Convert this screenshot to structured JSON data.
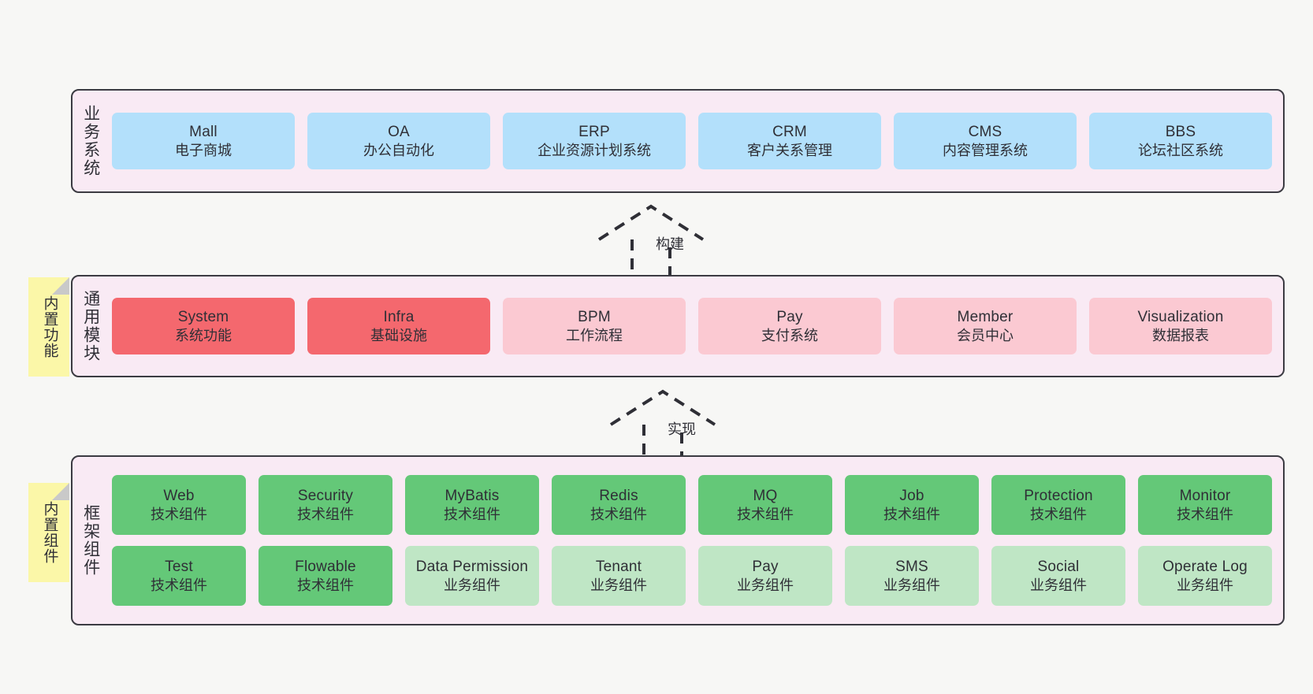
{
  "layers": [
    {
      "id": "business",
      "title": "业务系统",
      "rows": [
        {
          "cards": [
            {
              "name": "Mall",
              "sub": "电子商城",
              "style": "c-blue"
            },
            {
              "name": "OA",
              "sub": "办公自动化",
              "style": "c-blue"
            },
            {
              "name": "ERP",
              "sub": "企业资源计划系统",
              "style": "c-blue"
            },
            {
              "name": "CRM",
              "sub": "客户关系管理",
              "style": "c-blue"
            },
            {
              "name": "CMS",
              "sub": "内容管理系统",
              "style": "c-blue"
            },
            {
              "name": "BBS",
              "sub": "论坛社区系统",
              "style": "c-blue"
            }
          ]
        }
      ]
    },
    {
      "id": "common",
      "title": "通用模块",
      "rows": [
        {
          "cards": [
            {
              "name": "System",
              "sub": "系统功能",
              "style": "c-red"
            },
            {
              "name": "Infra",
              "sub": "基础设施",
              "style": "c-red"
            },
            {
              "name": "BPM",
              "sub": "工作流程",
              "style": "c-pink"
            },
            {
              "name": "Pay",
              "sub": "支付系统",
              "style": "c-pink"
            },
            {
              "name": "Member",
              "sub": "会员中心",
              "style": "c-pink"
            },
            {
              "name": "Visualization",
              "sub": "数据报表",
              "style": "c-pink"
            }
          ]
        }
      ]
    },
    {
      "id": "framework",
      "title": "框架组件",
      "rows": [
        {
          "cards": [
            {
              "name": "Web",
              "sub": "技术组件",
              "style": "c-green"
            },
            {
              "name": "Security",
              "sub": "技术组件",
              "style": "c-green"
            },
            {
              "name": "MyBatis",
              "sub": "技术组件",
              "style": "c-green"
            },
            {
              "name": "Redis",
              "sub": "技术组件",
              "style": "c-green"
            },
            {
              "name": "MQ",
              "sub": "技术组件",
              "style": "c-green"
            },
            {
              "name": "Job",
              "sub": "技术组件",
              "style": "c-green"
            },
            {
              "name": "Protection",
              "sub": "技术组件",
              "style": "c-green"
            },
            {
              "name": "Monitor",
              "sub": "技术组件",
              "style": "c-green"
            }
          ]
        },
        {
          "cards": [
            {
              "name": "Test",
              "sub": "技术组件",
              "style": "c-green"
            },
            {
              "name": "Flowable",
              "sub": "技术组件",
              "style": "c-green"
            },
            {
              "name": "Data Permission",
              "sub": "业务组件",
              "style": "c-lightgreen"
            },
            {
              "name": "Tenant",
              "sub": "业务组件",
              "style": "c-lightgreen"
            },
            {
              "name": "Pay",
              "sub": "业务组件",
              "style": "c-lightgreen"
            },
            {
              "name": "SMS",
              "sub": "业务组件",
              "style": "c-lightgreen"
            },
            {
              "name": "Social",
              "sub": "业务组件",
              "style": "c-lightgreen"
            },
            {
              "name": "Operate Log",
              "sub": "业务组件",
              "style": "c-lightgreen"
            }
          ]
        }
      ]
    }
  ],
  "notes": [
    {
      "id": "note-common",
      "text": "内置功能"
    },
    {
      "id": "note-framework",
      "text": "内置组件"
    }
  ],
  "connectors": [
    {
      "id": "connector-build",
      "label": "构建"
    },
    {
      "id": "connector-implement",
      "label": "实现"
    }
  ],
  "colors": {
    "panel_background": "#f9eaf4",
    "panel_border": "#3b3b42",
    "note_background": "#fbf7a8",
    "business_card": "#b3e0fb",
    "common_core_card": "#f4686e",
    "common_card": "#fbc9d2",
    "tech_component_card": "#64c878",
    "business_component_card": "#bfe6c5",
    "canvas_background": "#f7f7f5",
    "text": "#2f2f36"
  }
}
